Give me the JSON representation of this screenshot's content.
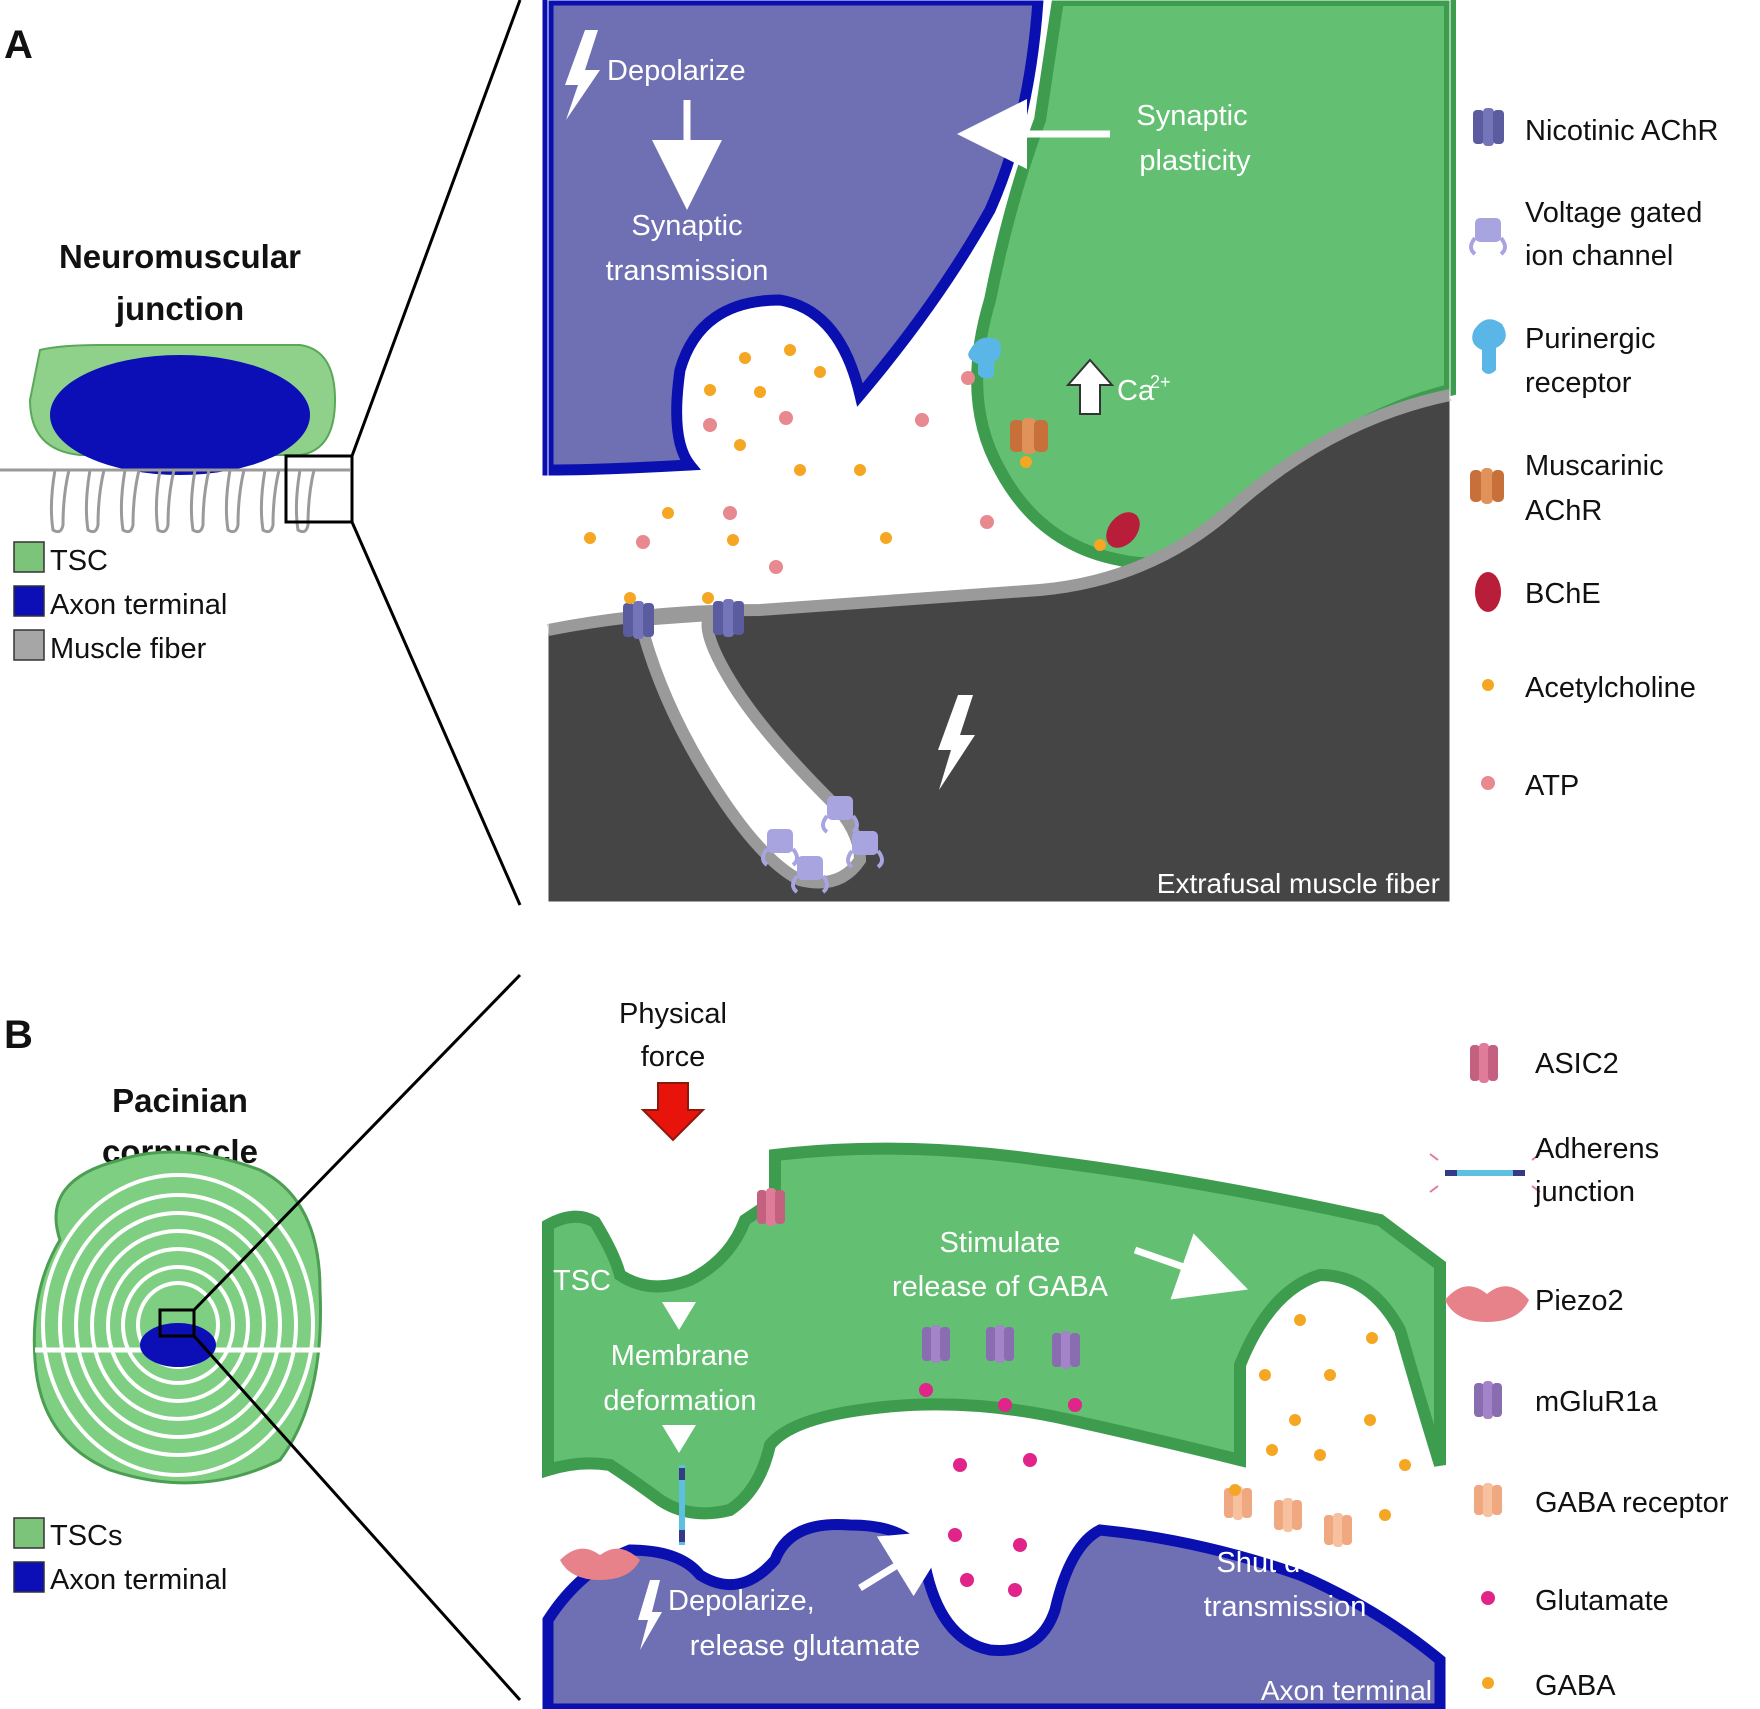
{
  "panel_a": {
    "letter": "A",
    "title_line1": "Neuromuscular",
    "title_line2": "junction",
    "mini_legend": [
      {
        "label": "TSC",
        "color": "#7cc47a"
      },
      {
        "label": "Axon terminal",
        "color": "#0b0fb5"
      },
      {
        "label": "Muscle fiber",
        "color": "#a6a6a6"
      }
    ],
    "zoom": {
      "depolarize_top": "Depolarize",
      "synaptic_transmission_line1": "Synaptic",
      "synaptic_transmission_line2": "transmission",
      "synaptic_plasticity_line1": "Synaptic",
      "synaptic_plasticity_line2": "plasticity",
      "calcium": "Ca",
      "calcium_sup": "2+",
      "depolarize_muscle": "Depolarize",
      "corner_label": "Extrafusal muscle fiber"
    },
    "legend": [
      {
        "label_line1": "Nicotinic AChR",
        "label_line2": "",
        "icon": "nicotinic-achr-icon"
      },
      {
        "label_line1": "Voltage gated",
        "label_line2": "ion channel",
        "icon": "voltage-gated-channel-icon"
      },
      {
        "label_line1": "Purinergic",
        "label_line2": "receptor",
        "icon": "purinergic-receptor-icon"
      },
      {
        "label_line1": "Muscarinic",
        "label_line2": "AChR",
        "icon": "muscarinic-achr-icon"
      },
      {
        "label_line1": "BChE",
        "label_line2": "",
        "icon": "bche-icon"
      },
      {
        "label_line1": "Acetylcholine",
        "label_line2": "",
        "icon": "acetylcholine-dot-icon"
      },
      {
        "label_line1": "ATP",
        "label_line2": "",
        "icon": "atp-dot-icon"
      }
    ]
  },
  "panel_b": {
    "letter": "B",
    "title_line1": "Pacinian",
    "title_line2": "corpuscle",
    "mini_legend": [
      {
        "label": "TSCs",
        "color": "#7cc47a"
      },
      {
        "label": "Axon terminal",
        "color": "#0b0fb5"
      }
    ],
    "zoom": {
      "physical_force_line1": "Physical",
      "physical_force_line2": "force",
      "tsc": "TSC",
      "membrane_line1": "Membrane",
      "membrane_line2": "deformation",
      "stimulate_line1": "Stimulate",
      "stimulate_line2": "release of GABA",
      "depolarize_line1": "Depolarize,",
      "depolarize_line2": "release glutamate",
      "shutdown_line1": "Shut down",
      "shutdown_line2": "transmission",
      "corner_label": "Axon terminal"
    },
    "legend": [
      {
        "label_line1": "ASIC2",
        "label_line2": "",
        "icon": "asic2-icon"
      },
      {
        "label_line1": "Adherens",
        "label_line2": "junction",
        "icon": "adherens-junction-icon"
      },
      {
        "label_line1": "Piezo2",
        "label_line2": "",
        "icon": "piezo2-icon"
      },
      {
        "label_line1": "mGluR1a",
        "label_line2": "",
        "icon": "mglur1a-icon"
      },
      {
        "label_line1": "GABA receptor",
        "label_line2": "",
        "icon": "gaba-receptor-icon"
      },
      {
        "label_line1": "Glutamate",
        "label_line2": "",
        "icon": "glutamate-dot-icon"
      },
      {
        "label_line1": "GABA",
        "label_line2": "",
        "icon": "gaba-dot-icon"
      }
    ]
  },
  "colors": {
    "tsc_green": "#63bf71",
    "tsc_green_dark": "#3e9c4e",
    "axon_purple": "#6f6fb3",
    "axon_blue": "#0a0fb0",
    "muscle_dark": "#454545",
    "muscle_gray": "#9a9a9a",
    "acetylcholine": "#f5a623",
    "atp": "#e8888f",
    "glutamate": "#e0248a",
    "gaba": "#f5a623",
    "force_red": "#e8140c"
  }
}
